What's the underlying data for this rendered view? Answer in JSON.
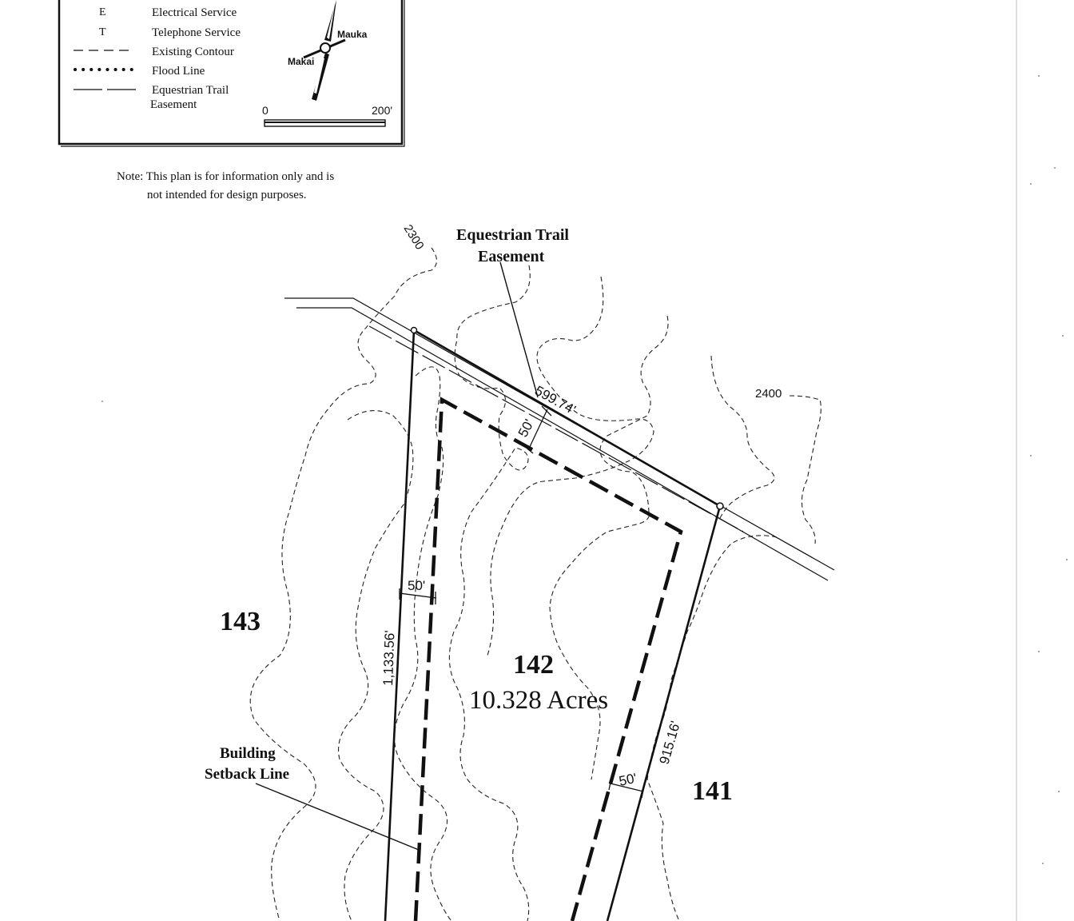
{
  "legend": {
    "rows": [
      {
        "symbol": "E",
        "label": "Electrical Service"
      },
      {
        "symbol": "T",
        "label": "Telephone Service"
      },
      {
        "symbol": "",
        "label": "Existing Contour"
      },
      {
        "symbol": "",
        "label": "Flood Line"
      },
      {
        "symbol": "",
        "label": "Equestrian Trail"
      }
    ],
    "easement_continuation": "Easement",
    "compass": {
      "mauka": "Mauka",
      "makai": "Makai"
    },
    "scale": {
      "start": "0",
      "end": "200'"
    }
  },
  "note": {
    "line1": "Note: This plan is for information only and is",
    "line2": "not intended for design purposes."
  },
  "contour_labels": {
    "c2300": "2300",
    "c2400": "2400"
  },
  "callouts": {
    "trail_line1": "Equestrian Trail",
    "trail_line2": "Easement",
    "setback_line1": "Building",
    "setback_line2": "Setback Line"
  },
  "lots": {
    "main_number": "142",
    "main_area": "10.328 Acres",
    "left_lot": "143",
    "right_lot": "141"
  },
  "dimensions": {
    "top": "599.74'",
    "left": "1,133.56'",
    "right": "915.16'",
    "setback_top": "50'",
    "setback_left": "50'",
    "setback_right": "50'"
  }
}
